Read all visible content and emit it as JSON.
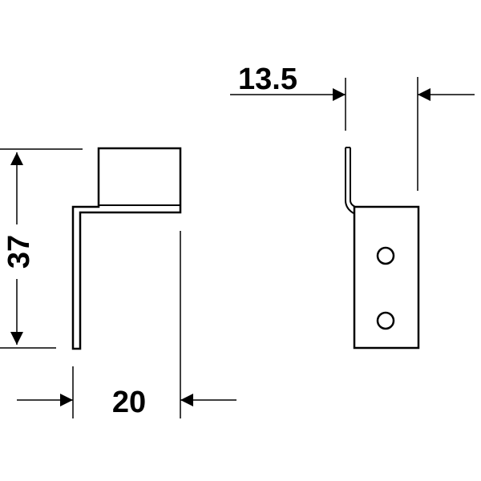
{
  "dimensions": {
    "height": "37",
    "width": "20",
    "side_depth": "13.5"
  },
  "colors": {
    "line": "#000000",
    "background": "#ffffff"
  }
}
